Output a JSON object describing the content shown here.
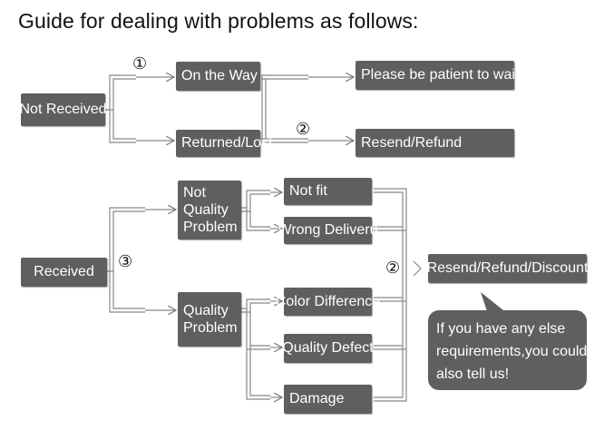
{
  "title": "Guide for dealing with problems as follows:",
  "markers": {
    "one": "①",
    "two": "②",
    "three": "③"
  },
  "nodes": {
    "not_received": "Not Received",
    "on_the_way": "On the Way",
    "returned_lost": "Returned/Lost",
    "please_wait": "Please be patient to wait",
    "resend_refund": "Resend/Refund",
    "received": "Received",
    "not_quality_problem": [
      "Not",
      "Quality",
      "Problem"
    ],
    "quality_problem": [
      "Quality",
      "Problem"
    ],
    "not_fit": "Not fit",
    "wrong_delivery": "Wrong Deliveru",
    "color_difference": "Color Difference",
    "quality_defect": "Quality Defect",
    "damage": "Damage",
    "resend_refund_discount": "Resend/Refund/Discount"
  },
  "note": [
    "If you have any else",
    "requirements,you could",
    "also tell us!"
  ],
  "colors": {
    "box": "#5f5f5f",
    "text": "#ffffff",
    "line": "#777777"
  }
}
